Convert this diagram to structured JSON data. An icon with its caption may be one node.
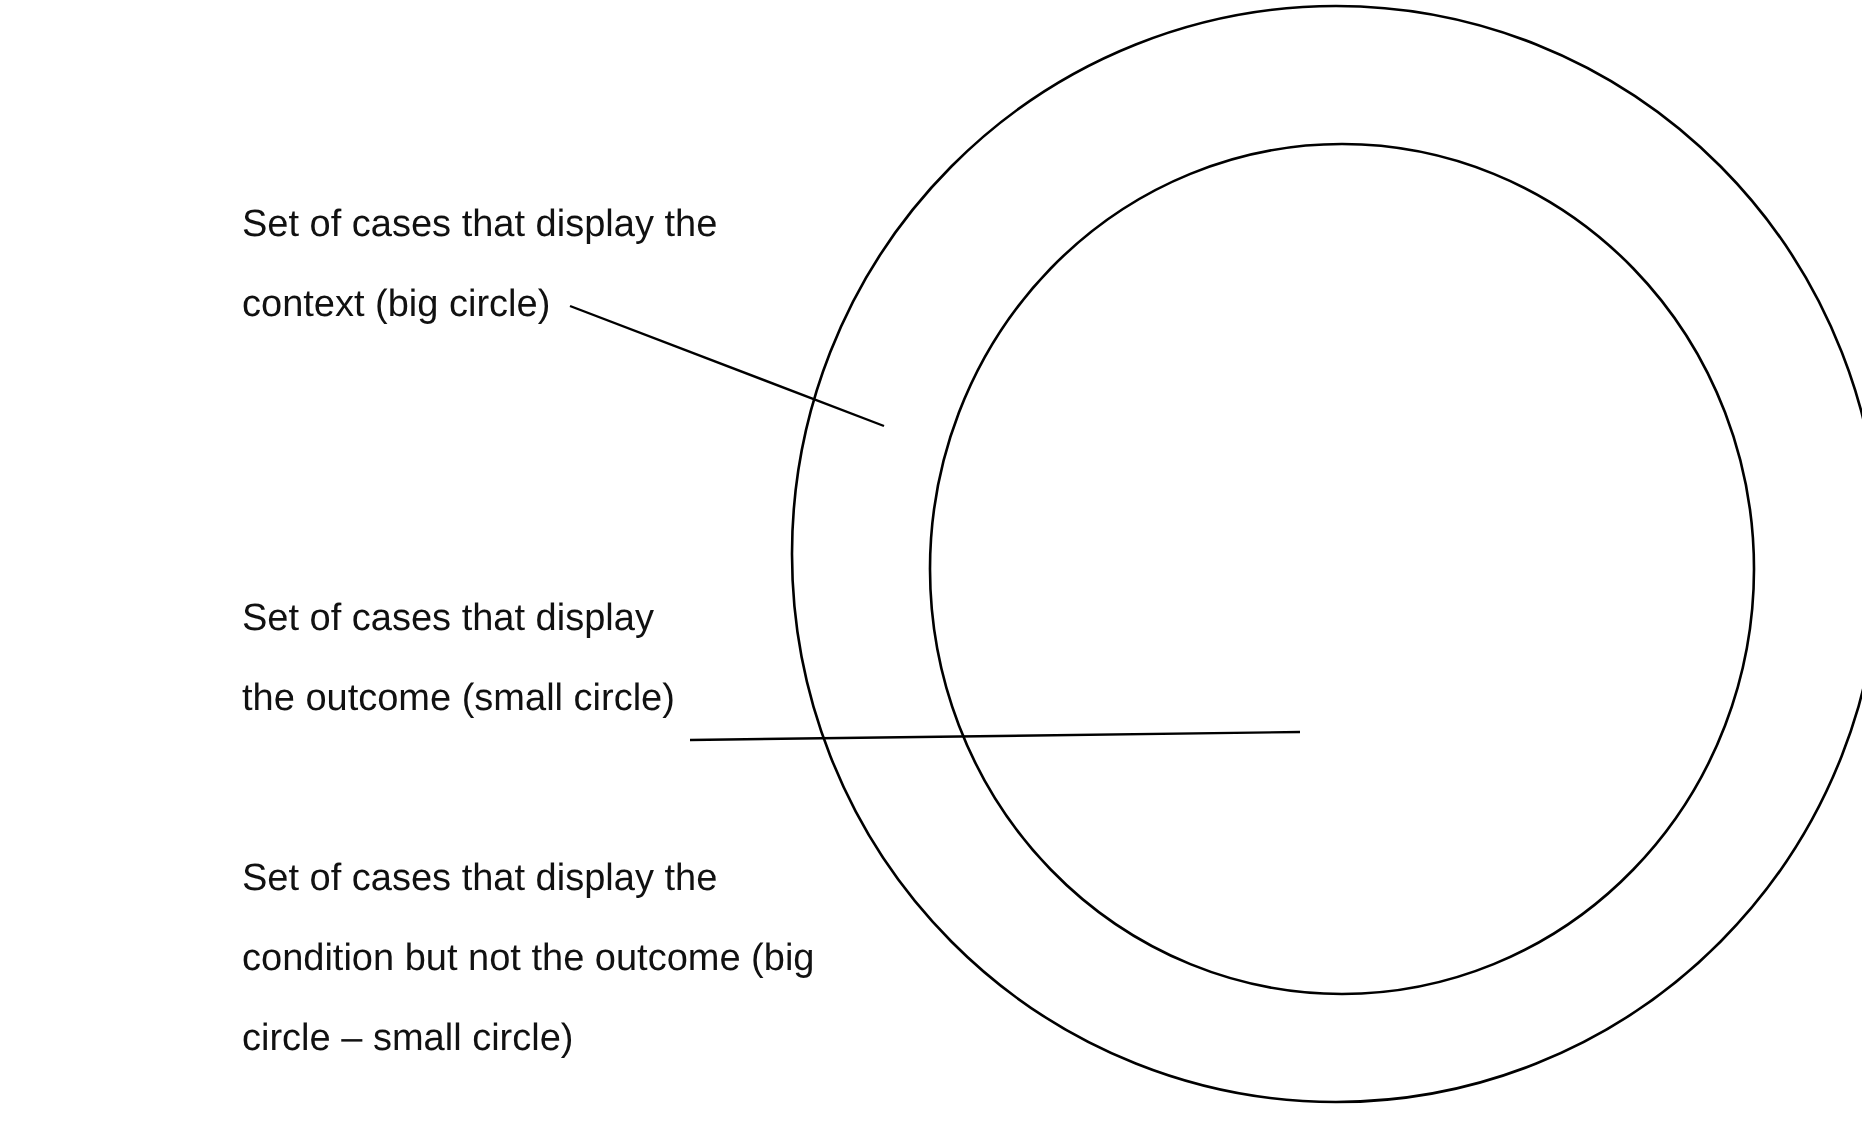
{
  "diagram": {
    "nodes": [
      {
        "text": [],
        "shape": "circle"
      },
      {
        "text": [],
        "shape": "circle",
        "in": 0
      },
      {
        "text": [
          "Set of cases that display the context (big circle)"
        ]
      },
      {
        "text": [
          "Set of cases that display the outcome (small circle)"
        ]
      }
    ],
    "edges": [
      {
        "from": 2,
        "to": 0,
        "arrow": "none"
      },
      {
        "from": 3,
        "to": 1,
        "arrow": "none"
      }
    ],
    "labels": [
      "Set of cases that display the condition but not the outcome (big circle – small circle)"
    ]
  }
}
